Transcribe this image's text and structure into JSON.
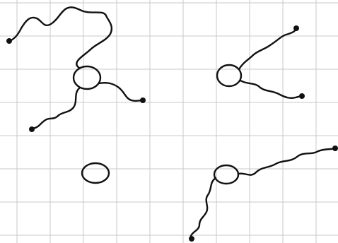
{
  "grid": {
    "color": "#c9c9c9",
    "visible": true
  },
  "ink_color": "#111111",
  "background": "#ffffff",
  "figure": {
    "description_hidden": true,
    "branch_points": [
      {
        "id": "topleft",
        "arms": 3
      },
      {
        "id": "topright",
        "arms": 2
      },
      {
        "id": "lonely",
        "arms": 0
      },
      {
        "id": "bottomright",
        "arms": 2
      }
    ]
  }
}
